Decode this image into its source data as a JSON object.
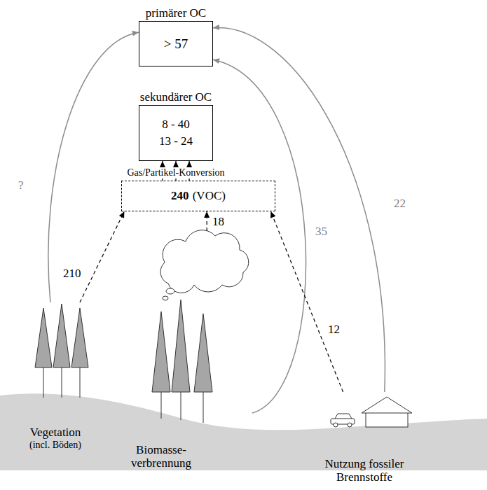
{
  "diagram": {
    "nodes": [
      {
        "text": [
          "primärer OC",
          "> 57"
        ]
      },
      {
        "text": [
          "sekundärer OC",
          "8 - 40",
          "13 - 24"
        ]
      },
      {
        "text": [
          "240",
          "(VOC)"
        ]
      },
      {
        "text": [
          "Vegetation",
          "(incl. Böden)"
        ]
      },
      {
        "text": [
          "Biomasse- verbrennung"
        ]
      },
      {
        "text": [
          "Nutzung fossiler Brennstoffe"
        ]
      }
    ],
    "edges": [
      {
        "from": 3,
        "to": 0,
        "arrow": "to",
        "label": "?"
      },
      {
        "from": 4,
        "to": 0,
        "arrow": "to",
        "label": "35"
      },
      {
        "from": 5,
        "to": 0,
        "arrow": "to",
        "label": "22"
      },
      {
        "from": 3,
        "to": 2,
        "arrow": "to",
        "label": "210"
      },
      {
        "from": 4,
        "to": 2,
        "arrow": "to",
        "label": "18"
      },
      {
        "from": 5,
        "to": 2,
        "arrow": "to",
        "label": "12"
      },
      {
        "from": 2,
        "to": 1,
        "arrow": "to",
        "label": "Gas/Partikel-Konversion"
      }
    ]
  }
}
